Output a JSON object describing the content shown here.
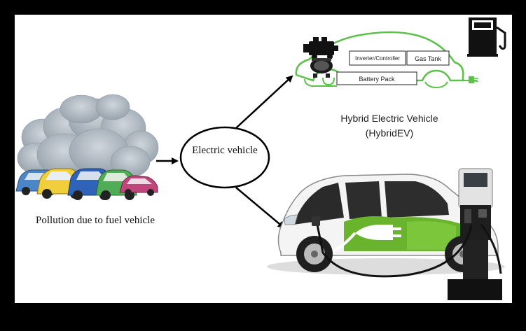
{
  "labels": {
    "pollution": "Pollution due to fuel vehicle",
    "center_node": "Electric vehicle",
    "hybrid_title": "Hybrid Electric Vehicle",
    "hybrid_subtitle": "(HybridEV)"
  },
  "hybrid_components": {
    "inverter": "Inverter/Controller",
    "gas_tank": "Gas Tank",
    "battery": "Battery Pack"
  },
  "colors": {
    "frame": "#000000",
    "background": "#ffffff",
    "hybrid_outline": "#5cc04a",
    "ev_green": "#6ab42d",
    "smoke": "#aab4be"
  },
  "icons": [
    "smoke-cloud-icon",
    "car-icon",
    "engine-icon",
    "motor-icon",
    "fuel-pump-icon",
    "plug-icon",
    "charging-station-icon"
  ]
}
